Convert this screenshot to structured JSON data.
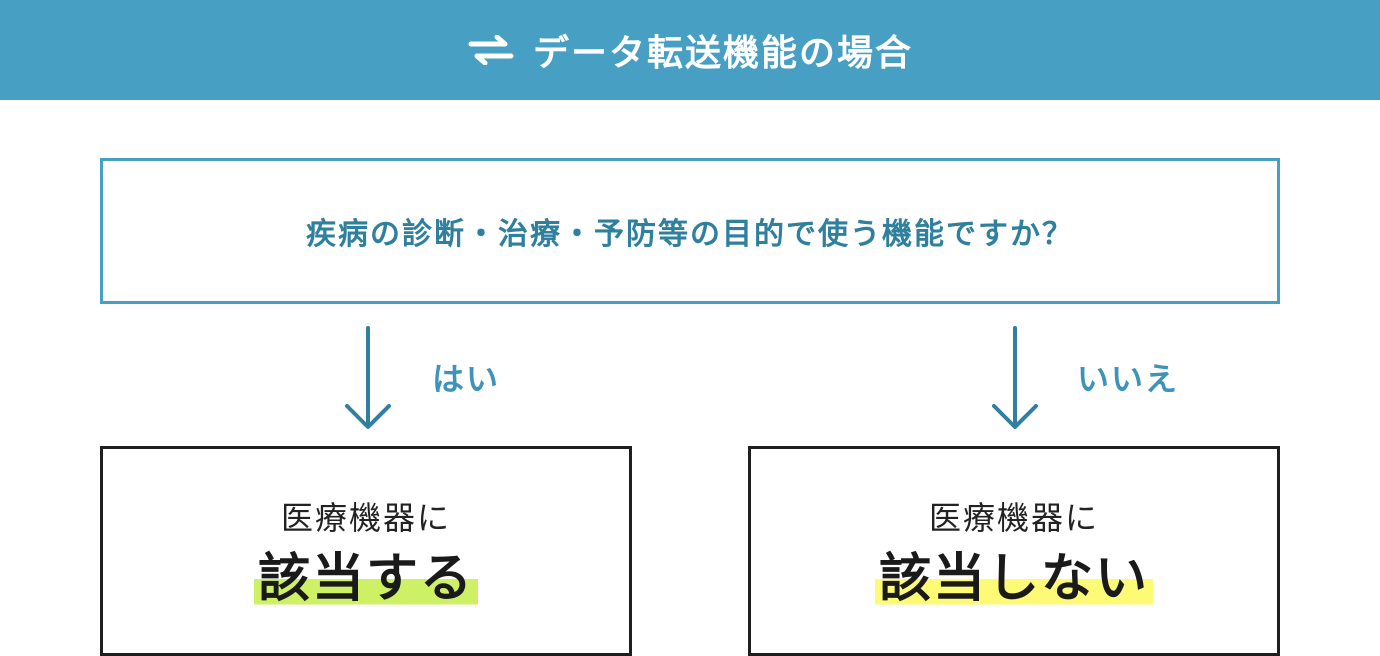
{
  "header": {
    "icon": "swap-arrows-icon",
    "title": "データ転送機能の場合",
    "color": "#479fc3"
  },
  "question": {
    "text": "疾病の診断・治療・予防等の目的で使う機能ですか？",
    "border_color": "#479fc3",
    "text_color": "#2f7f9e"
  },
  "branches": {
    "yes": {
      "label": "はい",
      "arrow_icon": "arrow-down-icon",
      "result_line1": "医療機器に",
      "result_line2": "該当する",
      "highlight_color": "#cef065"
    },
    "no": {
      "label": "いいえ",
      "arrow_icon": "arrow-down-icon",
      "result_line1": "医療機器に",
      "result_line2": "該当しない",
      "highlight_color": "#fdfa75"
    }
  }
}
